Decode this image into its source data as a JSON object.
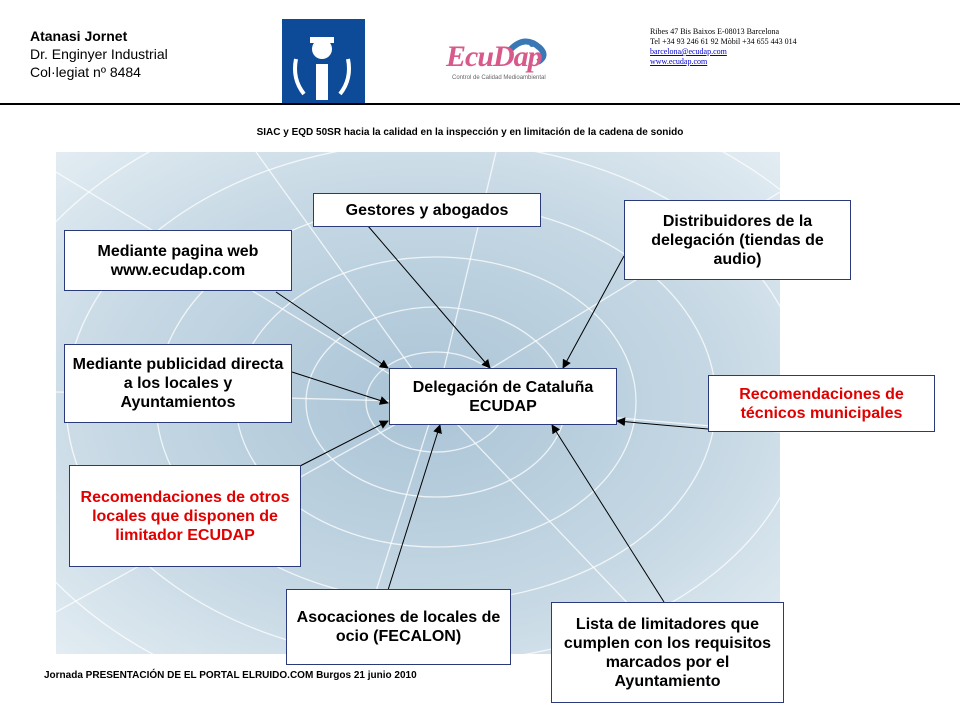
{
  "header": {
    "author_name": "Atanasi Jornet",
    "author_title": "Dr. Enginyer Industrial",
    "author_reg": "Col·legiat nº 8484",
    "logo_word": "EcuDap",
    "logo_tagline": "Control de Calidad Medioambiental",
    "contact_address": "Ribes 47 Bis Baixos E-08013 Barcelona",
    "contact_phone": "Tel +34 93 246 61 92 Mòbil +34 655 443 014",
    "contact_email": "barcelona@ecudap.com",
    "contact_web": "www.ecudap.com"
  },
  "subtitle": "SIAC y EQD 50SR hacia la calidad en la inspección y en limitación de la cadena de sonido",
  "diagram": {
    "center": "Delegación de Cataluña ECUDAP",
    "gestores": "Gestores y abogados",
    "distribuidores": "Distribuidores de la delegación (tiendas de audio)",
    "web": "Mediante pagina web www.ecudap.com",
    "publicidad": "Mediante publicidad directa a los locales y Ayuntamientos",
    "tecnicos": "Recomendaciones de técnicos municipales",
    "otros_locales": "Recomendaciones de otros locales que disponen de limitador ECUDAP",
    "asociaciones": "Asocaciones de locales de ocio (FECALON)",
    "lista": "Lista de limitadores que cumplen con los requisitos marcados por el Ayuntamiento"
  },
  "footer": "Jornada PRESENTACIÓN DE EL PORTAL ELRUIDO.COM Burgos 21 junio 2010",
  "colors": {
    "border": "#2a3a7a",
    "highlight_text": "#e00000",
    "crest": "#0d4a97",
    "logo": "#d85a8a"
  }
}
